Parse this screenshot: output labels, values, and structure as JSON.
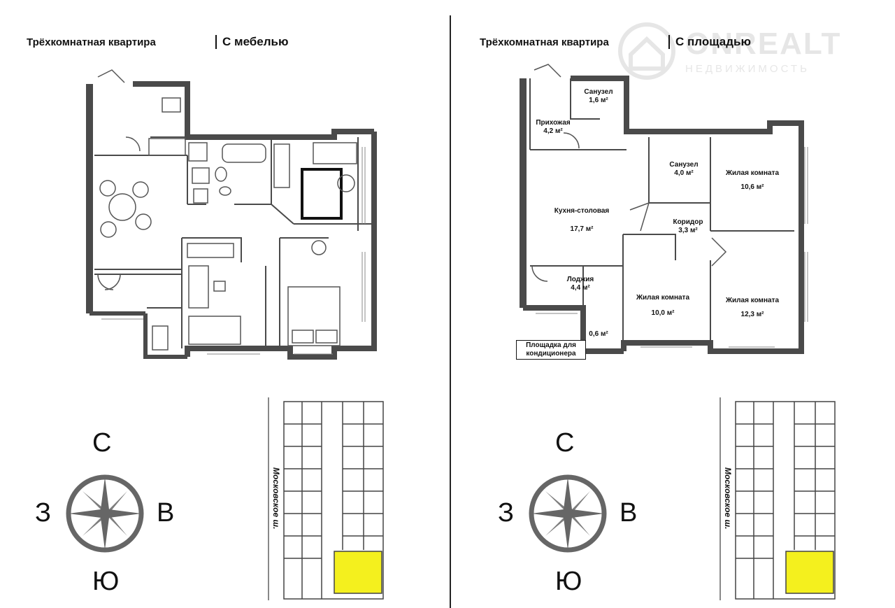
{
  "left": {
    "title": "Трёхкомнатная квартира",
    "subtitle": "С мебелью",
    "street": "Московское ш."
  },
  "right": {
    "title": "Трёхкомнатная квартира",
    "subtitle": "С площадью",
    "street": "Московское ш.",
    "ac_label": "Площадка для кондиционера",
    "rooms": [
      {
        "name": "Санузел",
        "area": "1,6 м²"
      },
      {
        "name": "Прихожая",
        "area": "4,2 м²"
      },
      {
        "name": "Санузел",
        "area": "4,0 м²"
      },
      {
        "name": "Жилая комната",
        "area": "10,6 м²"
      },
      {
        "name": "Кухня-столовая",
        "area": "17,7 м²"
      },
      {
        "name": "Коридор",
        "area": "3,3 м²"
      },
      {
        "name": "Лоджия",
        "area": "4,4 м²"
      },
      {
        "name": "Жилая комната",
        "area": "10,0 м²"
      },
      {
        "name": "Жилая комната",
        "area": "12,3 м²"
      },
      {
        "name": "",
        "area": "0,6 м²"
      }
    ]
  },
  "compass": {
    "n": "С",
    "s": "Ю",
    "w": "З",
    "e": "В"
  },
  "logo": {
    "main": "ONREALT",
    "sub": "НЕДВИЖИМОСТЬ"
  },
  "colors": {
    "wall": "#4a4a4a",
    "highlight": "#f4f01e",
    "compass": "#666666"
  }
}
